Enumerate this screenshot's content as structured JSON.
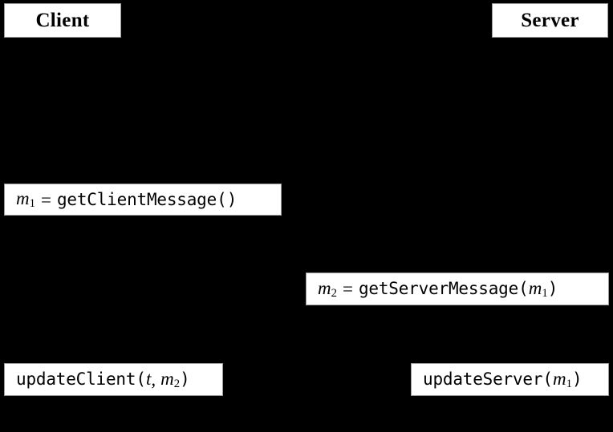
{
  "diagram": {
    "type": "sequence-diagram",
    "background_color": "#000000",
    "box_fill_color": "#ffffff",
    "box_text_color": "#000000",
    "box_border_color": "#9a9a9a",
    "participants": [
      {
        "id": "client",
        "label": "Client"
      },
      {
        "id": "server",
        "label": "Server"
      }
    ],
    "messages": [
      {
        "id": "get-client-message",
        "lane": "client",
        "assign_var": "m",
        "assign_sub": "1",
        "equals": "=",
        "call": "getClientMessage",
        "open_paren": "(",
        "args": [],
        "close_paren": ")",
        "full_text": "m_1 = getClientMessage()"
      },
      {
        "id": "get-server-message",
        "lane": "server",
        "assign_var": "m",
        "assign_sub": "2",
        "equals": "=",
        "call": "getServerMessage",
        "open_paren": "(",
        "args": [
          {
            "var": "m",
            "sub": "1"
          }
        ],
        "close_paren": ")",
        "full_text": "m_2 = getServerMessage(m_1)"
      },
      {
        "id": "update-client",
        "lane": "client",
        "call": "updateClient",
        "open_paren": "(",
        "args": [
          {
            "var": "t",
            "sub": ""
          },
          {
            "var": "m",
            "sub": "2"
          }
        ],
        "arg_separator": ",",
        "close_paren": ")",
        "full_text": "updateClient(t, m_2)"
      },
      {
        "id": "update-server",
        "lane": "server",
        "call": "updateServer",
        "open_paren": "(",
        "args": [
          {
            "var": "m",
            "sub": "1"
          }
        ],
        "close_paren": ")",
        "full_text": "updateServer(m_1)"
      }
    ]
  }
}
